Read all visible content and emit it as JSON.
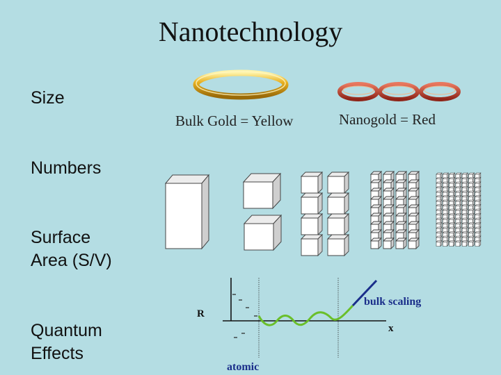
{
  "title": "Nanotechnology",
  "labels": {
    "size": "Size",
    "numbers": "Numbers",
    "surface_line1": "Surface",
    "surface_line2": "Area (S/V)",
    "quantum_line1": "Quantum",
    "quantum_line2": "Effects"
  },
  "captions": {
    "bulk_gold": "Bulk Gold = Yellow",
    "nanogold": "Nanogold = Red"
  },
  "plot": {
    "y_label": "R",
    "x_label": "x",
    "bulk_label": "bulk scaling",
    "atomic_label": "atomic"
  },
  "colors": {
    "background": "#b4dde3",
    "gold": "#e8b020",
    "red_ring": "#a8322a",
    "green_curve": "#6abf2a",
    "blue_line": "#1a2e8a"
  }
}
